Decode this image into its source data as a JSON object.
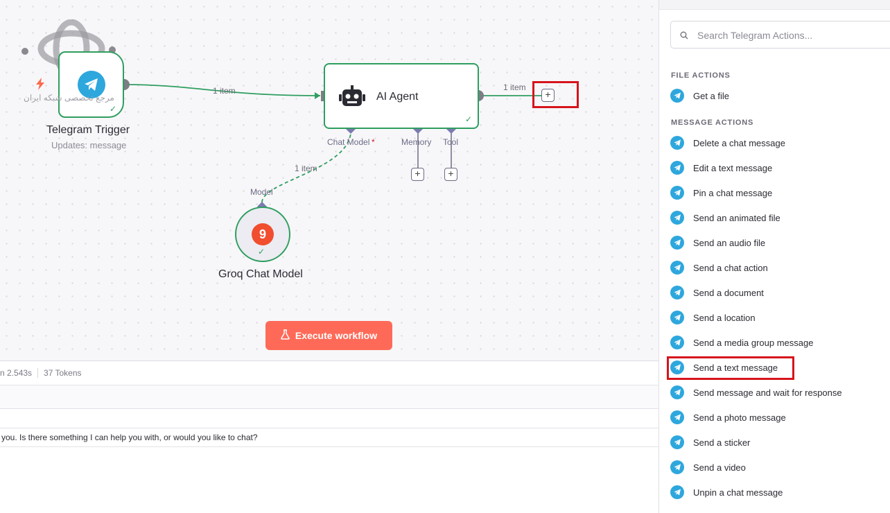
{
  "canvas": {
    "telegram_node": {
      "title": "Telegram Trigger",
      "subtitle": "Updates: message",
      "watermark": "مرجع تخصصی شبکه ایران"
    },
    "agent_node": {
      "title": "AI Agent",
      "ports": {
        "chat_model": "Chat Model",
        "chat_model_required": "*",
        "memory": "Memory",
        "tool": "Tool"
      }
    },
    "groq_node": {
      "title": "Groq Chat Model",
      "port_label": "Model",
      "logo_letter": "9"
    },
    "edges": {
      "trigger_to_agent": "1 item",
      "agent_output": "1 item",
      "model_to_agent": "1 item"
    },
    "execute_label": "Execute workflow"
  },
  "bottom_panel": {
    "duration": "n 2.543s",
    "tokens": "37 Tokens",
    "message": "you. Is there something I can help you with, or would you like to chat?"
  },
  "right_panel": {
    "search": {
      "placeholder": "Search Telegram Actions..."
    },
    "sections": [
      {
        "title": "FILE ACTIONS",
        "items": [
          "Get a file"
        ]
      },
      {
        "title": "MESSAGE ACTIONS",
        "items": [
          "Delete a chat message",
          "Edit a text message",
          "Pin a chat message",
          "Send an animated file",
          "Send an audio file",
          "Send a chat action",
          "Send a document",
          "Send a location",
          "Send a media group message",
          "Send a text message",
          "Send message and wait for response",
          "Send a photo message",
          "Send a sticker",
          "Send a video",
          "Unpin a chat message"
        ]
      }
    ]
  },
  "colors": {
    "accent_green": "#2e9e5f",
    "telegram_blue": "#2ea7dd",
    "execute_orange": "#ff6a58",
    "highlight_red": "#d6141c",
    "groq_red": "#f04e2f"
  },
  "icons": [
    "telegram-icon",
    "robot-icon",
    "groq-logo-icon",
    "flask-icon",
    "search-icon",
    "plus-icon",
    "check-icon",
    "bolt-icon"
  ]
}
